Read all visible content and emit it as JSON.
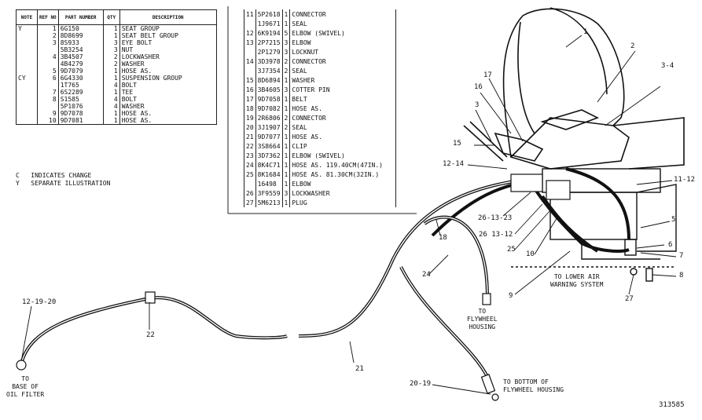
{
  "table_left": {
    "headers": [
      "NOTE",
      "REF NO",
      "PART NUMBER",
      "QTY",
      "DESCRIPTION"
    ],
    "rows": [
      {
        "note": "Y",
        "ref": "1",
        "part": "6G150",
        "qty": "1",
        "desc": "SEAT GROUP"
      },
      {
        "note": "",
        "ref": "2",
        "part": "8D8699",
        "qty": "1",
        "desc": "SEAT BELT GROUP"
      },
      {
        "note": "",
        "ref": "3",
        "part": "8S933",
        "qty": "3",
        "desc": "EYE BOLT"
      },
      {
        "note": "",
        "ref": "",
        "part": "5B3254",
        "qty": "3",
        "desc": "NUT"
      },
      {
        "note": "",
        "ref": "4",
        "part": "3B4507",
        "qty": "2",
        "desc": "LOCKWASHER"
      },
      {
        "note": "",
        "ref": "",
        "part": "4B4279",
        "qty": "2",
        "desc": "WASHER"
      },
      {
        "note": "",
        "ref": "5",
        "part": "9D7079",
        "qty": "1",
        "desc": "HOSE AS."
      },
      {
        "note": "CY",
        "ref": "6",
        "part": "6G4330",
        "qty": "1",
        "desc": "SUSPENSION GROUP"
      },
      {
        "note": "",
        "ref": "",
        "part": "1T765",
        "qty": "4",
        "desc": "BOLT"
      },
      {
        "note": "",
        "ref": "7",
        "part": "6S2289",
        "qty": "1",
        "desc": "TEE"
      },
      {
        "note": "",
        "ref": "8",
        "part": "S1585",
        "qty": "4",
        "desc": "BOLT"
      },
      {
        "note": "",
        "ref": "",
        "part": "5P1076",
        "qty": "4",
        "desc": "WASHER"
      },
      {
        "note": "",
        "ref": "9",
        "part": "9D7078",
        "qty": "1",
        "desc": "HOSE AS."
      },
      {
        "note": "",
        "ref": "10",
        "part": "9D7081",
        "qty": "1",
        "desc": "HOSE AS."
      }
    ]
  },
  "notes": [
    "C   INDICATES CHANGE",
    "Y   SEPARATE ILLUSTRATION"
  ],
  "table_right": {
    "rows": [
      {
        "ref": "11",
        "part": "5P2618",
        "qty": "1",
        "desc": "CONNECTOR"
      },
      {
        "ref": "",
        "part": "1J9671",
        "qty": "1",
        "desc": "SEAL"
      },
      {
        "ref": "12",
        "part": "6K9194",
        "qty": "5",
        "desc": "ELBOW (SWIVEL)"
      },
      {
        "ref": "13",
        "part": "2P7215",
        "qty": "3",
        "desc": "ELBOW"
      },
      {
        "ref": "",
        "part": "2P1279",
        "qty": "3",
        "desc": "LOCKNUT"
      },
      {
        "ref": "14",
        "part": "3D3978",
        "qty": "2",
        "desc": "CONNECTOR"
      },
      {
        "ref": "",
        "part": "3J7354",
        "qty": "2",
        "desc": "SEAL"
      },
      {
        "ref": "15",
        "part": "8D6894",
        "qty": "1",
        "desc": "WASHER"
      },
      {
        "ref": "16",
        "part": "3B4605",
        "qty": "3",
        "desc": "COTTER PIN"
      },
      {
        "ref": "17",
        "part": "9D7058",
        "qty": "1",
        "desc": "BELT"
      },
      {
        "ref": "18",
        "part": "9D7082",
        "qty": "1",
        "desc": "HOSE AS."
      },
      {
        "ref": "19",
        "part": "2R6806",
        "qty": "2",
        "desc": "CONNECTOR"
      },
      {
        "ref": "20",
        "part": "3J1907",
        "qty": "2",
        "desc": "SEAL"
      },
      {
        "ref": "21",
        "part": "9D7077",
        "qty": "1",
        "desc": "HOSE AS."
      },
      {
        "ref": "22",
        "part": "3S8664",
        "qty": "1",
        "desc": "CLIP"
      },
      {
        "ref": "23",
        "part": "3D7362",
        "qty": "1",
        "desc": "ELBOW (SWIVEL)"
      },
      {
        "ref": "24",
        "part": "8K4C71",
        "qty": "1",
        "desc": "HOSE AS. 119.40CM(47IN.)"
      },
      {
        "ref": "25",
        "part": "8K1684",
        "qty": "1",
        "desc": "HOSE AS. 81.30CM(32IN.)"
      },
      {
        "ref": "",
        "part": "16498",
        "qty": "1",
        "desc": "ELBOW"
      },
      {
        "ref": "26",
        "part": "3F9559",
        "qty": "3",
        "desc": "LOCKWASHER"
      },
      {
        "ref": "27",
        "part": "5M6213",
        "qty": "1",
        "desc": "PLUG"
      }
    ]
  },
  "callouts": {
    "c1": "1",
    "c2": "2",
    "c34": "3-4",
    "c17": "17",
    "c16": "16",
    "c3": "3",
    "c15": "15",
    "c1214": "12-14",
    "c1112": "11-12",
    "c5": "5",
    "c6": "6",
    "c7": "7",
    "c8": "8",
    "c18": "18",
    "c262313": "26-13-23",
    "c261312": "26 13-12",
    "c25": "25",
    "c10": "10",
    "c24": "24",
    "c9": "9",
    "c27": "27",
    "c121920": "12-19-20",
    "c22": "22",
    "c21": "21",
    "c2019": "20-19"
  },
  "captions": {
    "lower_air": "TO LOWER AIR\nWARNING SYSTEM",
    "flywheel": "TO\nFLYWHEEL\nHOUSING",
    "oil_filter": "TO\nBASE OF\nOIL FILTER",
    "bottom_flywheel": "TO BOTTOM OF\nFLYWHEEL HOUSING"
  },
  "figure_number": "313585"
}
